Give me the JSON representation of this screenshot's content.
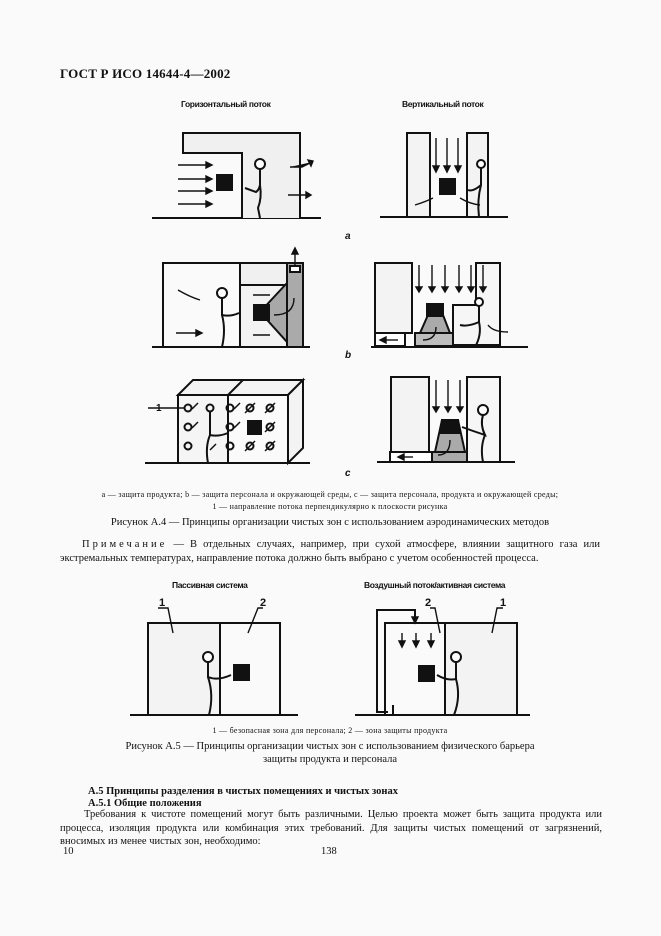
{
  "header": {
    "title": "ГОСТ Р ИСО 14644-4—2002"
  },
  "figure_a4": {
    "column_labels": [
      "Горизонтальный поток",
      "Вертикальный поток"
    ],
    "row_labels": [
      "a",
      "b",
      "c"
    ],
    "callout": "1",
    "legend_line1": "a — защита продукта; b — защита персонала и окружающей среды, c — защита персонала, продукта и окружающей среды;",
    "legend_line2": "1 — направление потока перпендикулярно к плоскости рисунка",
    "caption": "Рисунок А.4 — Принципы организации чистых зон с использованием аэродинамических методов"
  },
  "note": {
    "label": "Примечание",
    "text": " — В отдельных случаях, например, при сухой атмосфере, влиянии защитного газа или экстремальных температурах, направление потока должно быть выбрано с учетом особенностей процесса."
  },
  "figure_a5": {
    "column_labels": [
      "Пассивная система",
      "Воздушный поток/активная система"
    ],
    "callouts": [
      "1",
      "2",
      "2",
      "1"
    ],
    "legend": "1 — безопасная зона для персонала; 2 — зона защиты продукта",
    "caption_line1": "Рисунок А.5 — Принципы организации чистых зон с использованием физического барьера",
    "caption_line2": "защиты продукта и персонала"
  },
  "section": {
    "heading": "А.5 Принципы разделения в чистых помещениях и чистых зонах",
    "subheading": "А.5.1 Общие положения",
    "paragraph": "Требования к чистоте помещений могут быть различными. Целью проекта может быть защита продукта или процесса, изоляция продукта или комбинация этих требований. Для защиты чистых помещений от загрязнений, вносимых из менее чистых зон, необходимо:"
  },
  "footer": {
    "left_page": "10",
    "center_page": "138"
  }
}
